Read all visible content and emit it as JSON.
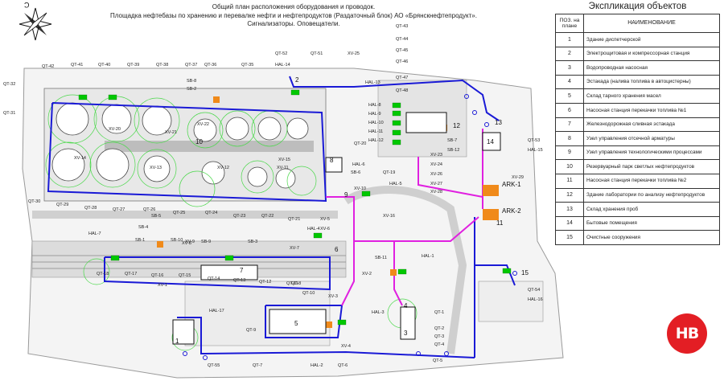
{
  "title": {
    "line1": "Общий план расположения оборудования и проводок.",
    "line2": "Площадка нефтебазы по хранению и перевалке нефти и нефтепродуктов (Раздаточный блок) АО «Брянскнефтепродукт».",
    "line3": "Сигнализаторы. Оповещатели."
  },
  "legend": {
    "title": "Экспликация объектов",
    "col_num": "ПОЗ. на плане",
    "col_name": "НАИМЕНОВАНИЕ",
    "rows": [
      {
        "num": "1",
        "name": "Здание диспетчерской"
      },
      {
        "num": "2",
        "name": "Электрощитовая и компрессорная станция"
      },
      {
        "num": "3",
        "name": "Водопроводная насосная"
      },
      {
        "num": "4",
        "name": "Эстакада (налива топлива в автоцистерны)"
      },
      {
        "num": "5",
        "name": "Склад тарного хранения масел"
      },
      {
        "num": "6",
        "name": "Насосная станция перекачки топлива №1"
      },
      {
        "num": "7",
        "name": "Железнодорожная сливная эстакада"
      },
      {
        "num": "8",
        "name": "Узел управления отсечной арматуры"
      },
      {
        "num": "9",
        "name": "Узел управления технологическими процессами"
      },
      {
        "num": "10",
        "name": "Резервуарный парк светлых нефтепродуктов"
      },
      {
        "num": "11",
        "name": "Насосная станция перекачки топлива №2"
      },
      {
        "num": "12",
        "name": "Здание лаборатории по анализу нефтепродуктов"
      },
      {
        "num": "13",
        "name": "Склад хранения проб"
      },
      {
        "num": "14",
        "name": "Бытовые помещения"
      },
      {
        "num": "15",
        "name": "Очистные сооружения"
      }
    ]
  },
  "compass": {
    "north_letter": "С"
  },
  "logo": {
    "text": "НВ",
    "color": "#e31e24"
  },
  "colors": {
    "blue_line": "#1a1ad6",
    "magenta_line": "#e020e0",
    "green_marker": "#00c800",
    "orange_marker": "#f08a1a",
    "ground": "#cfcfcf"
  },
  "map": {
    "objects": [
      {
        "id": "10"
      },
      {
        "id": "12"
      },
      {
        "id": "14"
      },
      {
        "id": "11"
      },
      {
        "id": "5"
      },
      {
        "id": "7"
      },
      {
        "id": "6"
      },
      {
        "id": "8"
      },
      {
        "id": "9"
      },
      {
        "id": "13"
      },
      {
        "id": "4"
      },
      {
        "id": "3"
      },
      {
        "id": "2"
      },
      {
        "id": "1"
      },
      {
        "id": "15"
      }
    ],
    "ark": [
      {
        "label": "ARK-1"
      },
      {
        "label": "ARK-2"
      }
    ],
    "labels": [
      {
        "t": "QT-32"
      },
      {
        "t": "QT-31"
      },
      {
        "t": "QT-42"
      },
      {
        "t": "QT-41"
      },
      {
        "t": "QT-40"
      },
      {
        "t": "QT-39"
      },
      {
        "t": "QT-38"
      },
      {
        "t": "QT-37"
      },
      {
        "t": "QT-36"
      },
      {
        "t": "QT-35"
      },
      {
        "t": "HAL-14"
      },
      {
        "t": "QT-52"
      },
      {
        "t": "QT-51"
      },
      {
        "t": "XV-25"
      },
      {
        "t": "QT-43"
      },
      {
        "t": "QT-44"
      },
      {
        "t": "QT-45"
      },
      {
        "t": "QT-46"
      },
      {
        "t": "QT-47"
      },
      {
        "t": "QT-48"
      },
      {
        "t": "HAL-13"
      },
      {
        "t": "HAL-8"
      },
      {
        "t": "HAL-9"
      },
      {
        "t": "HAL-10"
      },
      {
        "t": "HAL-11"
      },
      {
        "t": "HAL-12"
      },
      {
        "t": "XV-20"
      },
      {
        "t": "XV-21"
      },
      {
        "t": "XV-22"
      },
      {
        "t": "XV-23"
      },
      {
        "t": "XV-24"
      },
      {
        "t": "XV-26"
      },
      {
        "t": "XV-27"
      },
      {
        "t": "XV-28"
      },
      {
        "t": "XV-29"
      },
      {
        "t": "QT-53"
      },
      {
        "t": "HAL-15"
      },
      {
        "t": "XV-14"
      },
      {
        "t": "XV-13"
      },
      {
        "t": "XV-12"
      },
      {
        "t": "XV-11"
      },
      {
        "t": "XV-10"
      },
      {
        "t": "XV-9"
      },
      {
        "t": "QT-30"
      },
      {
        "t": "QT-29"
      },
      {
        "t": "QT-28"
      },
      {
        "t": "QT-27"
      },
      {
        "t": "QT-26"
      },
      {
        "t": "QT-25"
      },
      {
        "t": "QT-24"
      },
      {
        "t": "QT-23"
      },
      {
        "t": "QT-22"
      },
      {
        "t": "QT-21"
      },
      {
        "t": "QT-20"
      },
      {
        "t": "QT-19"
      },
      {
        "t": "HAL-5"
      },
      {
        "t": "HAL-6"
      },
      {
        "t": "HAL-7"
      },
      {
        "t": "XV-16"
      },
      {
        "t": "XV-5"
      },
      {
        "t": "XV-6"
      },
      {
        "t": "XV-7"
      },
      {
        "t": "XV-8"
      },
      {
        "t": "XV-15"
      },
      {
        "t": "QT-18"
      },
      {
        "t": "QT-17"
      },
      {
        "t": "QT-16"
      },
      {
        "t": "QT-15"
      },
      {
        "t": "QT-14"
      },
      {
        "t": "QT-13"
      },
      {
        "t": "QT-12"
      },
      {
        "t": "QT-11"
      },
      {
        "t": "QT-10"
      },
      {
        "t": "QT-9"
      },
      {
        "t": "QT-8"
      },
      {
        "t": "QT-7"
      },
      {
        "t": "QT-6"
      },
      {
        "t": "QT-5"
      },
      {
        "t": "QT-4"
      },
      {
        "t": "QT-3"
      },
      {
        "t": "QT-2"
      },
      {
        "t": "QT-1"
      },
      {
        "t": "HAL-4"
      },
      {
        "t": "HAL-3"
      },
      {
        "t": "HAL-2"
      },
      {
        "t": "HAL-1"
      },
      {
        "t": "HAL-16"
      },
      {
        "t": "HAL-17"
      },
      {
        "t": "QT-54"
      },
      {
        "t": "QT-55"
      },
      {
        "t": "XV-1"
      },
      {
        "t": "XV-2"
      },
      {
        "t": "XV-3"
      },
      {
        "t": "XV-4"
      },
      {
        "t": "SB-1"
      },
      {
        "t": "SB-2"
      },
      {
        "t": "SB-3"
      },
      {
        "t": "SB-4"
      },
      {
        "t": "SB-5"
      },
      {
        "t": "SB-6"
      },
      {
        "t": "SB-7"
      },
      {
        "t": "SB-8"
      },
      {
        "t": "SB-9"
      },
      {
        "t": "SB-10"
      },
      {
        "t": "SB-11"
      },
      {
        "t": "SB-12"
      }
    ]
  }
}
